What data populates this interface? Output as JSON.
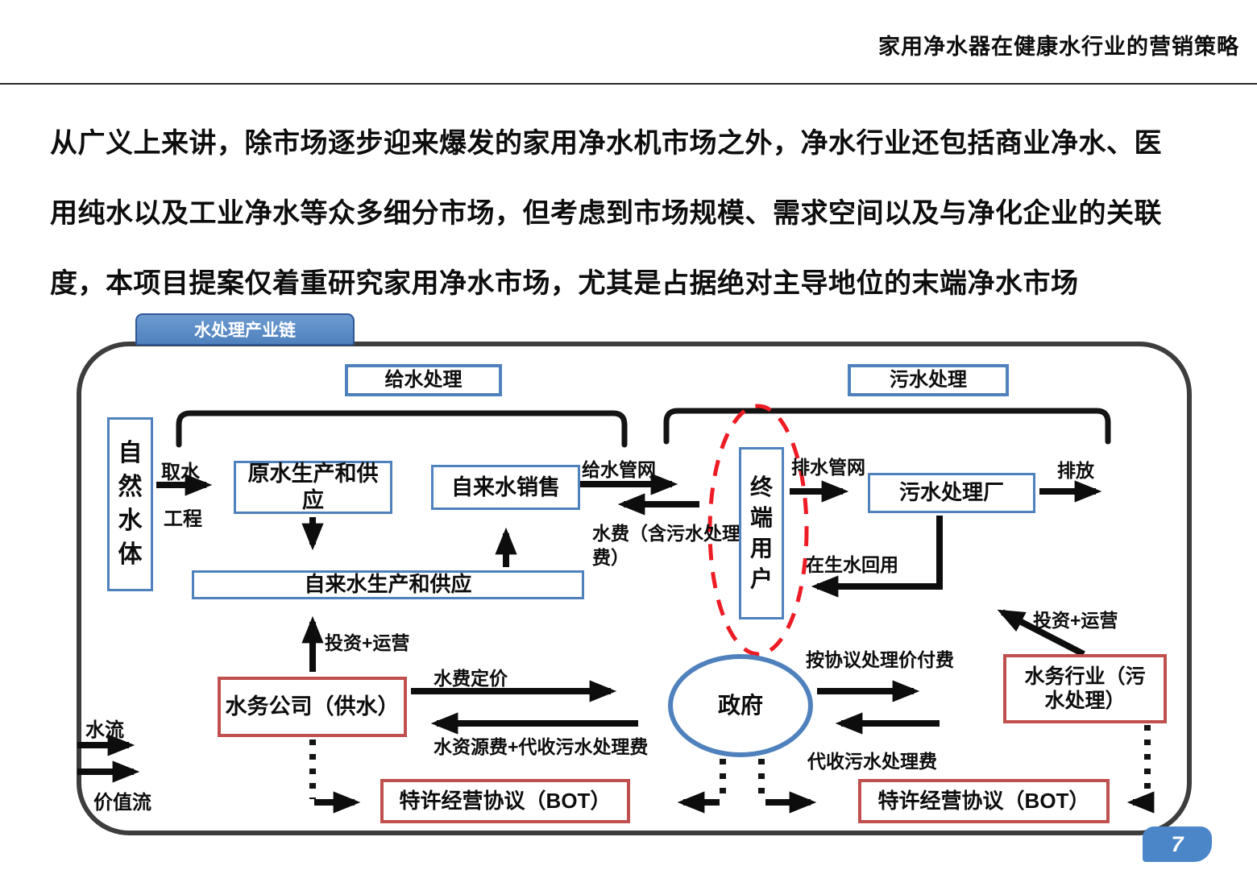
{
  "page": {
    "header_title": "家用净水器在健康水行业的营销策略",
    "page_number": "7"
  },
  "paragraph": {
    "lines": [
      "从广义上来讲，除市场逐步迎来爆发的家用净水机市场之外，净水行业还包括商业净水、医",
      "用纯水以及工业净水等众多细分市场，但考虑到市场规模、需求空间以及与净化企业的关联",
      "度，本项目提案仅着重研究家用净水市场，尤其是占据绝对主导地位的末端净水市场"
    ]
  },
  "diagram": {
    "tab_label": "水处理产业链",
    "section_headers": {
      "supply": "给水处理",
      "sewage": "污水处理"
    },
    "nodes": {
      "natural_water": "自\n然\n水\n体",
      "raw_water": "原水生产和供\n应",
      "tap_water_sales": "自来水销售",
      "end_user": "终\n端\n用\n户",
      "sewage_plant": "污水处理厂",
      "tap_water_production": "自来水生产和供应",
      "water_company": "水务公司（供水）",
      "government": "政府",
      "water_industry": "水务行业（污\n水处理）",
      "bot_left": "特许经营协议（BOT）",
      "bot_right": "特许经营协议（BOT）"
    },
    "labels": {
      "intake": "取水",
      "project": "工程",
      "supply_network": "给水管网",
      "water_fee": "水费（含污水处理\n费）",
      "drain_network": "排水管网",
      "discharge": "排放",
      "reclaimed_reuse": "在生水回用",
      "invest_operate_supply": "投资+运营",
      "water_pricing": "水费定价",
      "resource_fee": "水资源费+代收污水处理费",
      "agreement_pay": "按协议处理价付费",
      "collect_sewage_fee": "代收污水处理费",
      "invest_operate_sewage": "投资+运营",
      "water_flow": "水流",
      "value_flow": "价值流"
    },
    "colors": {
      "blue_border": "#4f81bd",
      "red_border": "#c0504d",
      "highlight_dashed_red": "#ed1c24",
      "tab_fill": "#4f81bd",
      "page_badge_fill": "#4a86c8",
      "arrow_black": "#0d0d0d",
      "container_border": "#3d3d3d"
    }
  }
}
